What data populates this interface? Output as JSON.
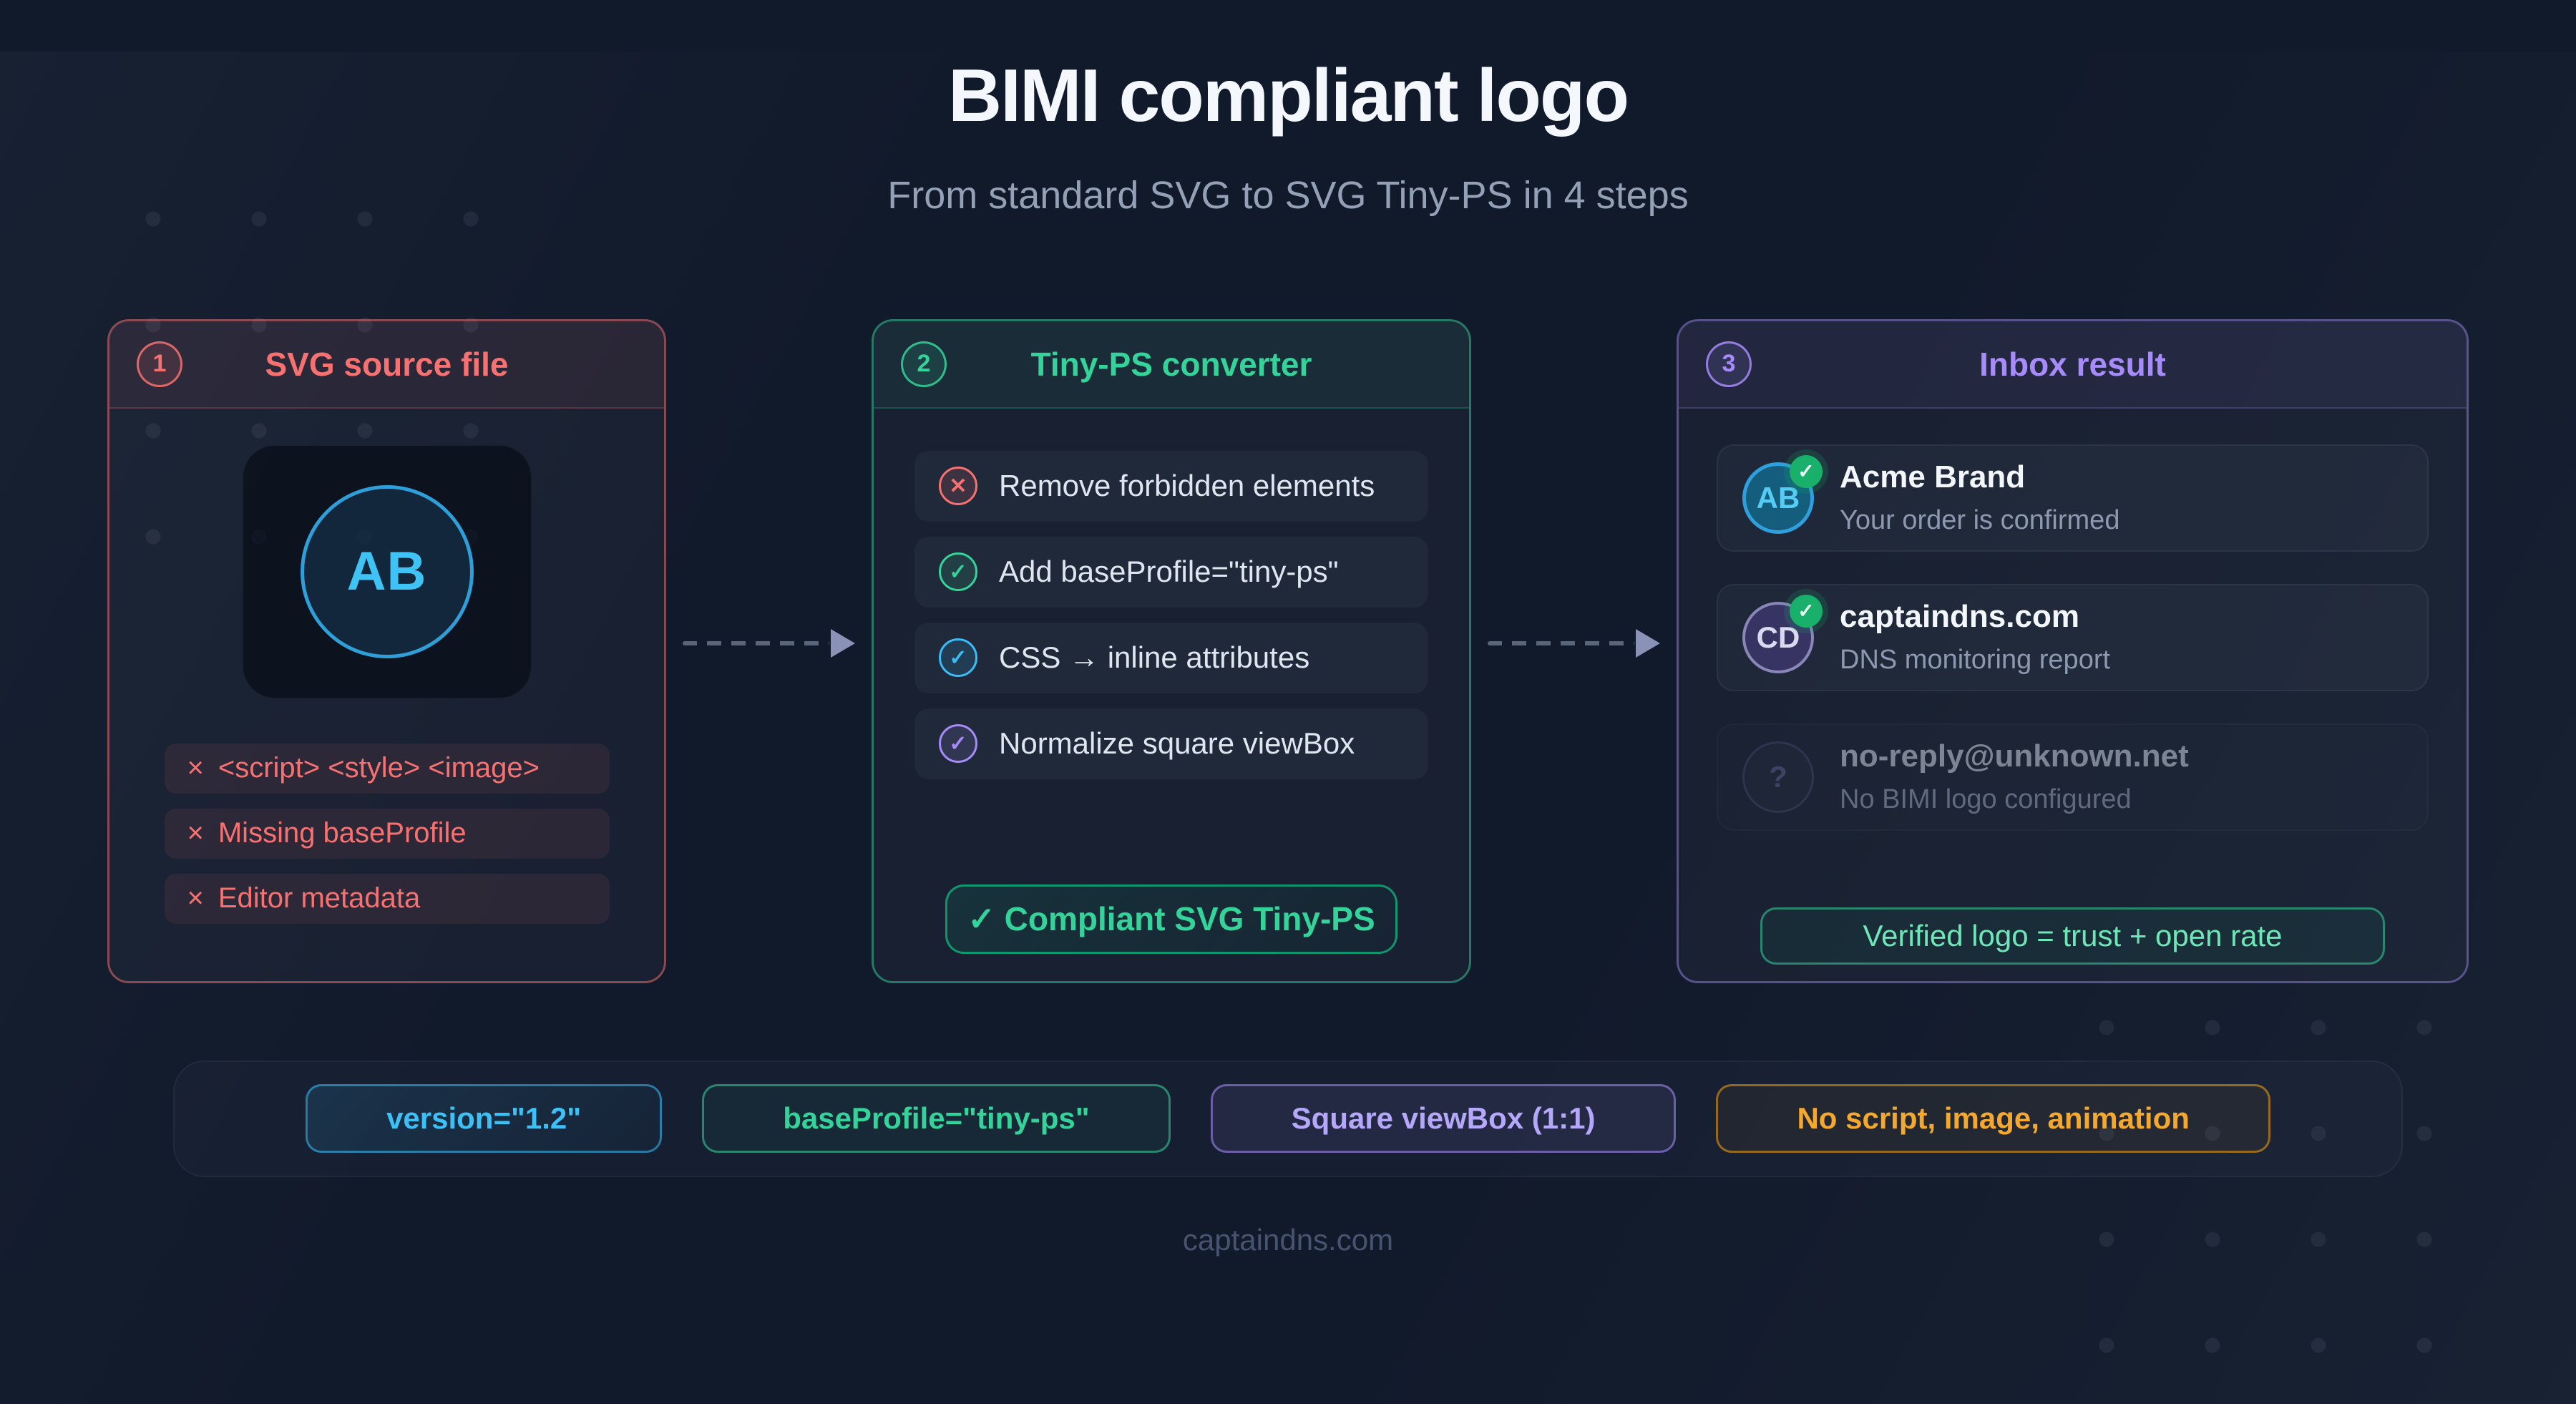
{
  "page": {
    "title": "BIMI compliant logo",
    "subtitle": "From standard SVG to SVG Tiny-PS in 4 steps",
    "footer": "captaindns.com"
  },
  "card_source": {
    "step": "1",
    "title": "SVG source file",
    "logo_text": "AB",
    "issues": [
      {
        "mark": "×",
        "label": "<script> <style> <image>"
      },
      {
        "mark": "×",
        "label": "Missing baseProfile"
      },
      {
        "mark": "×",
        "label": "Editor metadata"
      }
    ]
  },
  "card_converter": {
    "step": "2",
    "title": "Tiny-PS converter",
    "steps": [
      {
        "icon": "x-circle-icon",
        "glyph": "✕",
        "color": "#f87171",
        "label": "Remove forbidden elements"
      },
      {
        "icon": "check-circle-icon",
        "glyph": "✓",
        "color": "#34d399",
        "label": "Add baseProfile=\"tiny-ps\""
      },
      {
        "icon": "check-circle-icon",
        "glyph": "✓",
        "color": "#38bdf8",
        "label": "CSS → inline attributes"
      },
      {
        "icon": "check-circle-icon",
        "glyph": "✓",
        "color": "#a78bfa",
        "label": "Normalize square viewBox"
      }
    ],
    "result_label": "✓ Compliant SVG Tiny-PS"
  },
  "card_inbox": {
    "step": "3",
    "title": "Inbox result",
    "emails": [
      {
        "avatar": "AB",
        "avatar_style": "brand",
        "verified": true,
        "dimmed": false,
        "sender": "Acme Brand",
        "subject": "Your order is confirmed"
      },
      {
        "avatar": "CD",
        "avatar_style": "dns",
        "verified": true,
        "dimmed": false,
        "sender": "captaindns.com",
        "subject": "DNS monitoring report"
      },
      {
        "avatar": "?",
        "avatar_style": "unknown",
        "verified": false,
        "dimmed": true,
        "sender": "no-reply@unknown.net",
        "subject": "No BIMI logo configured"
      }
    ],
    "banner": "Verified logo = trust + open rate"
  },
  "badges": [
    {
      "label": "version=\"1.2\"",
      "theme": "blue"
    },
    {
      "label": "baseProfile=\"tiny-ps\"",
      "theme": "green"
    },
    {
      "label": "Square viewBox (1:1)",
      "theme": "purple"
    },
    {
      "label": "No script, image, animation",
      "theme": "amber"
    }
  ]
}
